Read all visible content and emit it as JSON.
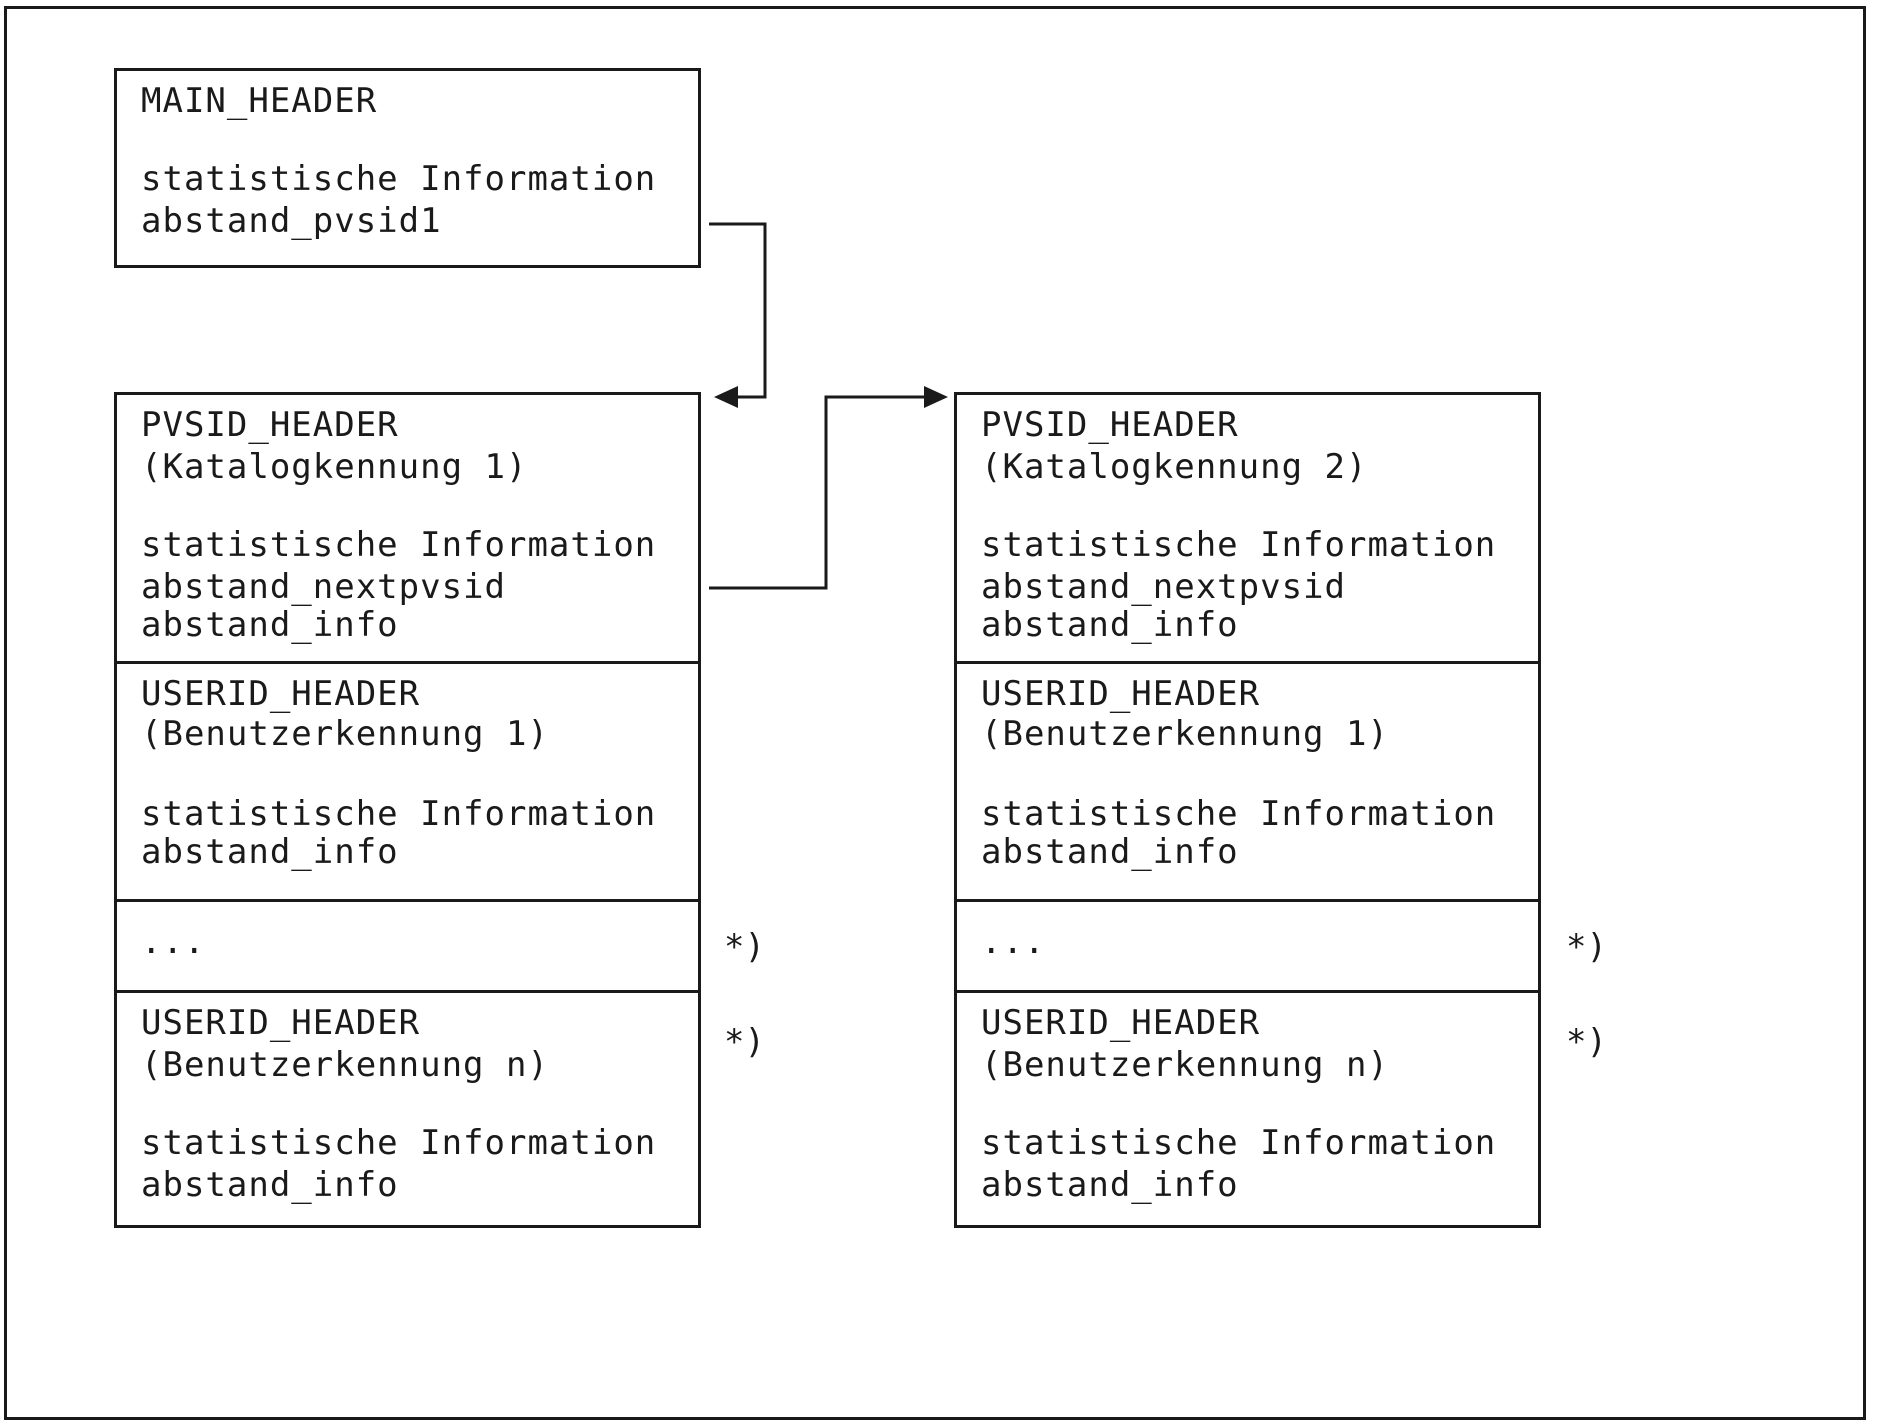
{
  "main_header": {
    "title": "MAIN_HEADER",
    "line1": "statistische Information",
    "line2": "abstand_pvsid1"
  },
  "left_column": {
    "pvsid": {
      "title": "PVSID_HEADER",
      "subtitle": "(Katalogkennung 1)",
      "line1": "statistische Information",
      "line2": "abstand_nextpvsid",
      "line3": "abstand_info"
    },
    "userid_first": {
      "title": "USERID_HEADER",
      "subtitle": "(Benutzerkennung 1)",
      "line1": "statistische Information",
      "line2": "abstand_info"
    },
    "ellipsis": "...",
    "userid_last": {
      "title": "USERID_HEADER",
      "subtitle": "(Benutzerkennung n)",
      "line1": "statistische Information",
      "line2": "abstand_info"
    },
    "note_ellipsis": "*)",
    "note_last": "*)"
  },
  "right_column": {
    "pvsid": {
      "title": "PVSID_HEADER",
      "subtitle": "(Katalogkennung 2)",
      "line1": "statistische Information",
      "line2": "abstand_nextpvsid",
      "line3": "abstand_info"
    },
    "userid_first": {
      "title": "USERID_HEADER",
      "subtitle": "(Benutzerkennung 1)",
      "line1": "statistische Information",
      "line2": "abstand_info"
    },
    "ellipsis": "...",
    "userid_last": {
      "title": "USERID_HEADER",
      "subtitle": "(Benutzerkennung n)",
      "line1": "statistische Information",
      "line2": "abstand_info"
    },
    "note_ellipsis": "*)",
    "note_last": "*)"
  }
}
